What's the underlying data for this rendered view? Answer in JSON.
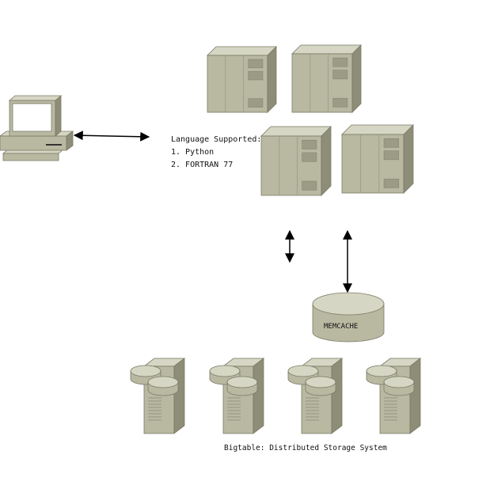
{
  "languages": {
    "title": "Language Supported:",
    "items": [
      "1. Python",
      "2. FORTRAN 77"
    ]
  },
  "cache_label": "MEMCACHE",
  "storage_label": "Bigtable: Distributed Storage System",
  "colors": {
    "device_face": "#b9b9a2",
    "device_top": "#d6d6c4",
    "device_side": "#8d8d78",
    "line": "#000000"
  }
}
